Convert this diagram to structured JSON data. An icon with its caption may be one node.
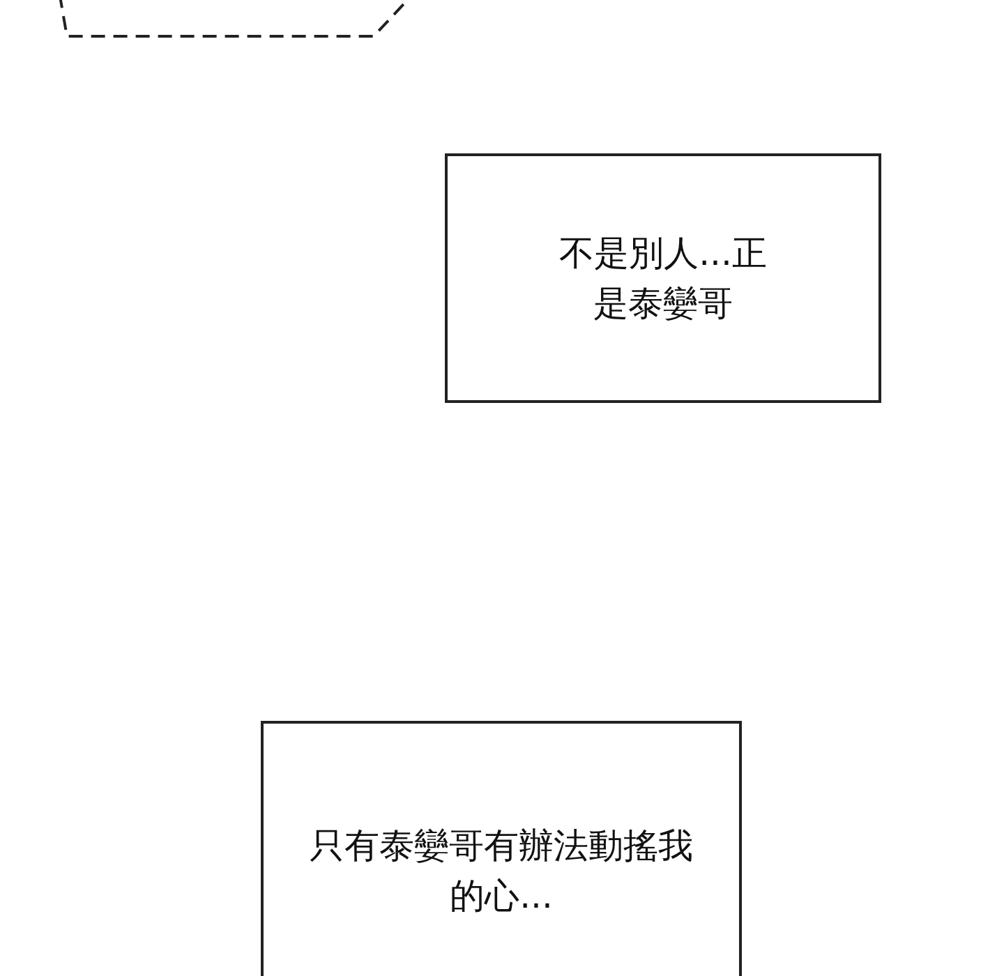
{
  "diagram": {
    "nodes": [
      {
        "text": [],
        "shape": "box"
      },
      {
        "text": [
          "不是別人...正是泰孌哥"
        ]
      },
      {
        "text": [
          "只有泰孌哥有辦法動搖我的心..."
        ]
      }
    ],
    "edges": []
  }
}
